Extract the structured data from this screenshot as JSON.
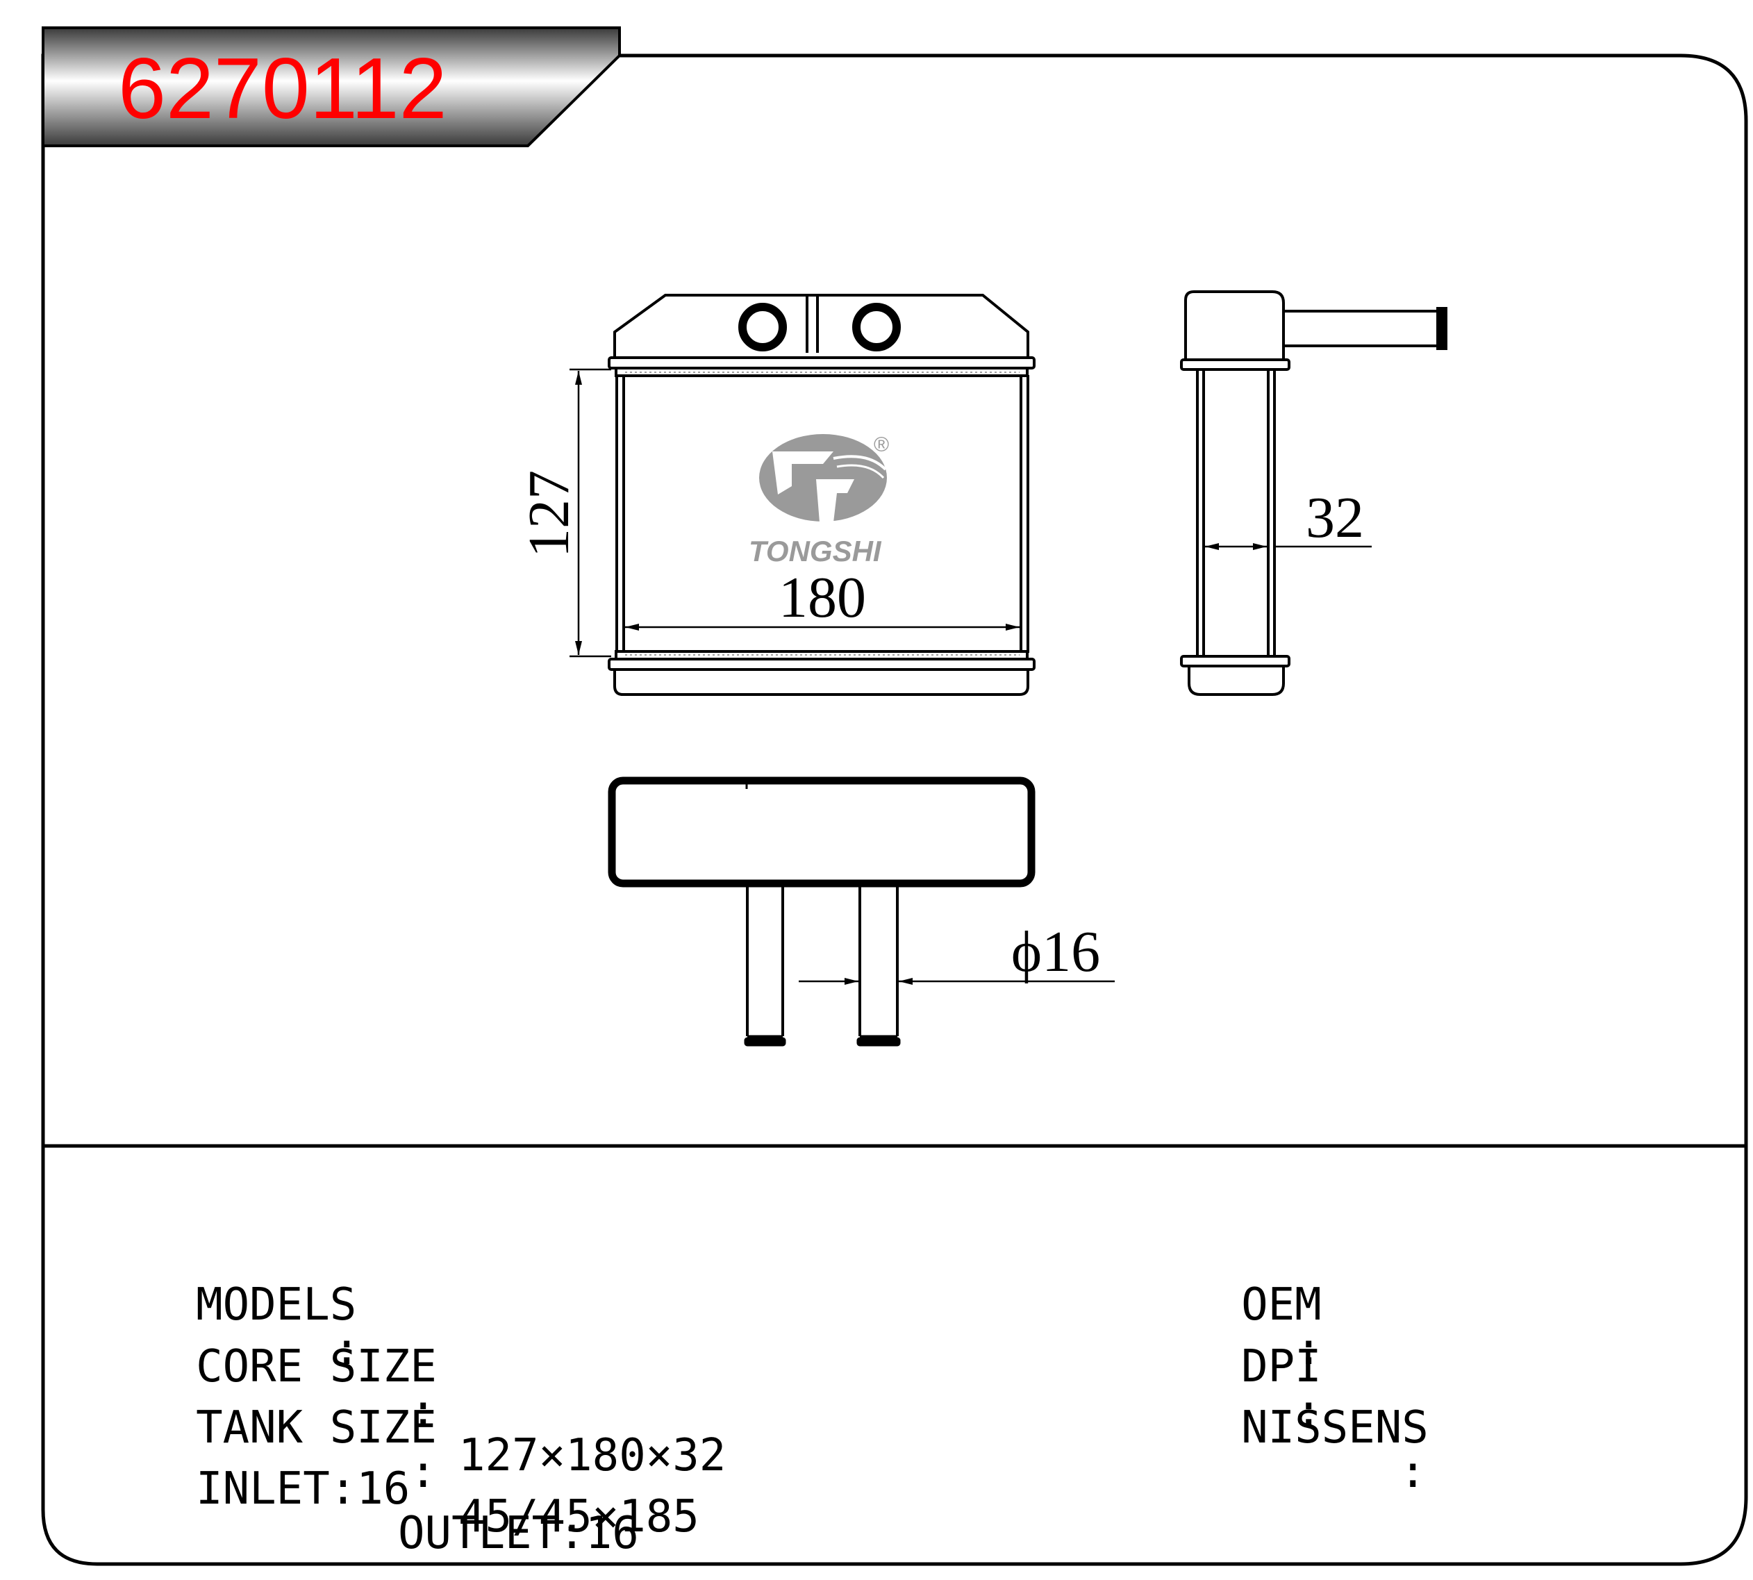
{
  "part_number": "6270112",
  "colors": {
    "part_number_text": "#ff0000",
    "line": "#000000",
    "logo": "#9a9a9a",
    "header_gradient_dark": "#3a3a3a",
    "header_gradient_light": "#ffffff"
  },
  "drawing": {
    "dim_height": "127",
    "dim_width": "180",
    "dim_depth": "32",
    "dim_pipe": "ϕ16"
  },
  "logo": {
    "name": "tongshi-logo",
    "text": "TONGSHI",
    "registered_mark": "®"
  },
  "specs": {
    "models": {
      "label": "MODELS",
      "sep": ":",
      "value": ""
    },
    "core_size": {
      "label": "CORE SIZE",
      "sep": ":",
      "value": "127×180×32"
    },
    "tank_size": {
      "label": "TANK SIZE",
      "sep": ":",
      "value": "45/45×185"
    },
    "inlet_outlet": {
      "inlet": "INLET:16",
      "outlet": "OUTLET:16"
    },
    "oem": {
      "label": "OEM",
      "sep": ":",
      "value": ""
    },
    "dpi": {
      "label": "DPI",
      "sep": ":",
      "value": ""
    },
    "nissens": {
      "label": "NISSENS",
      "sep": ":",
      "value": ""
    }
  }
}
